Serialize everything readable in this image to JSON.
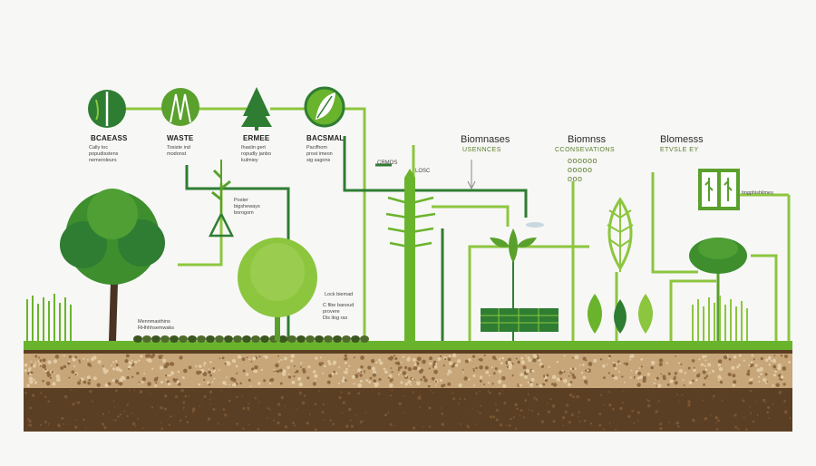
{
  "colors": {
    "dark_green": "#2e7d32",
    "mid_green": "#5aa02c",
    "light_green": "#8cc63f",
    "grass": "#6ab42d",
    "soil_top": "#c7a67a",
    "soil_dark": "#5b3f24",
    "trunk": "#4a3322",
    "background": "#f7f7f5"
  },
  "icons": [
    {
      "name": "split-leaf-icon",
      "label": "BCAEASS",
      "text": "Cally toc\npopudisstens\nnemeroleurs"
    },
    {
      "name": "waste-shards-icon",
      "label": "WASTE",
      "text": "Tosiste ind\nmodonst"
    },
    {
      "name": "conifer-icon",
      "label": "ERMEE",
      "text": "Ihaslin gert\nropudly janbo\nkulmiey"
    },
    {
      "name": "leaf-circle-icon",
      "label": "BACSMAL",
      "text": "Pacifhom\nprost imeon\nsig sagons"
    }
  ],
  "labels": {
    "crmos": "CRMOS",
    "losc": "LOSC",
    "plant_note": "Poster\nbigsheways\nborogom",
    "biomass_1_title": "Biomnases",
    "biomass_1_sub": "USENNCES",
    "biomass_2_title": "Biomnss",
    "biomass_2_sub": "CCONSEVATIONS",
    "biomass_3_title": "Blomesss",
    "biomass_3_sub": "ETVSLE EY",
    "right_note": "tingphishilmes",
    "lock_note": "Lock biemad",
    "lock_sub": "C fibe banoud\nprovere\nDis ilog ras",
    "ground_note": "Mennmasthins\nRHhhhsemwaks"
  }
}
